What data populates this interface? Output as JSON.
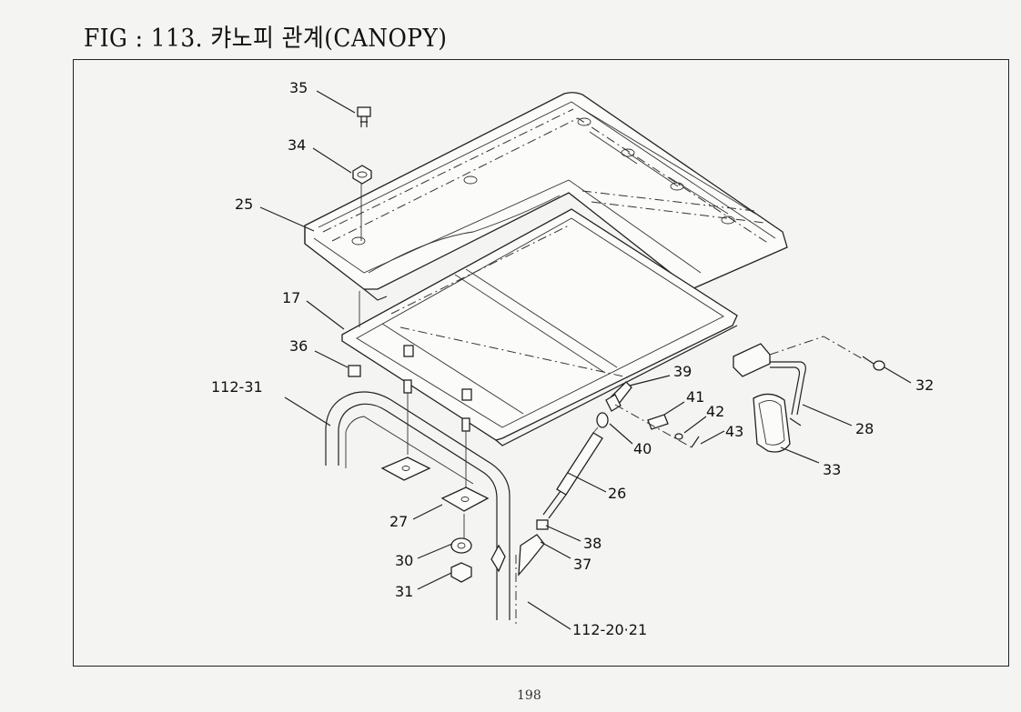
{
  "title": "FIG : 113. 캬노피 관계(CANOPY)",
  "page_number": "198",
  "callouts": [
    {
      "id": "35",
      "label": "35"
    },
    {
      "id": "34",
      "label": "34"
    },
    {
      "id": "25",
      "label": "25"
    },
    {
      "id": "17",
      "label": "17"
    },
    {
      "id": "36",
      "label": "36"
    },
    {
      "id": "112-31",
      "label": "112-31"
    },
    {
      "id": "27",
      "label": "27"
    },
    {
      "id": "30",
      "label": "30"
    },
    {
      "id": "31",
      "label": "31"
    },
    {
      "id": "112-20-21",
      "label": "112-20·21"
    },
    {
      "id": "26",
      "label": "26"
    },
    {
      "id": "38",
      "label": "38"
    },
    {
      "id": "37",
      "label": "37"
    },
    {
      "id": "39",
      "label": "39"
    },
    {
      "id": "40",
      "label": "40"
    },
    {
      "id": "41",
      "label": "41"
    },
    {
      "id": "42",
      "label": "42"
    },
    {
      "id": "43",
      "label": "43"
    },
    {
      "id": "28",
      "label": "28"
    },
    {
      "id": "33",
      "label": "33"
    },
    {
      "id": "32",
      "label": "32"
    }
  ]
}
